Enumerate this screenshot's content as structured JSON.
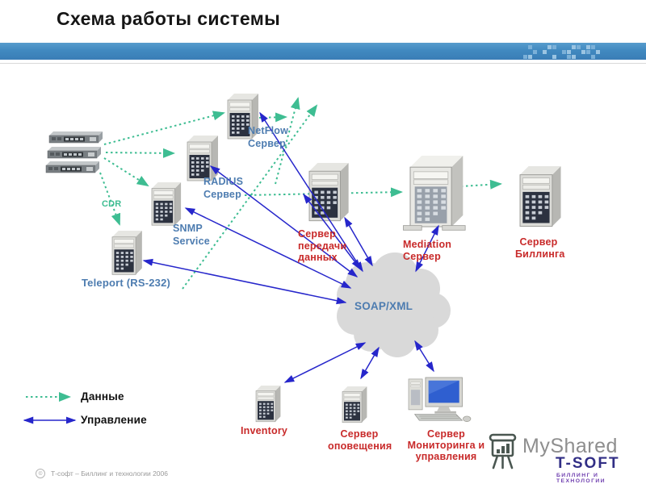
{
  "slide": {
    "title": "Схема работы системы",
    "footer_mark": "©",
    "footer_text": "Т-софт – Биллинг и технологии 2006"
  },
  "legend": {
    "data": "Данные",
    "control": "Управление"
  },
  "cloud": {
    "label": "SOAP/XML"
  },
  "edge_labels": {
    "cdr": "CDR"
  },
  "nodes": {
    "netflow": {
      "label": "NetFlow\nСервер"
    },
    "radius": {
      "label": "RADIUS\nСервер"
    },
    "snmp": {
      "label": "SNMP\nService"
    },
    "teleport": {
      "label": "Teleport (RS-232)"
    },
    "transfer": {
      "label": "Сервер\nпередачи\nданных"
    },
    "mediation": {
      "label": "Mediation\nСервер"
    },
    "billing": {
      "label": "Сервер\nБиллинга"
    },
    "inventory": {
      "label": "Inventory"
    },
    "notification": {
      "label": "Сервер\nоповещения"
    },
    "monitoring": {
      "label": "Сервер\nМониторинга и\nуправления"
    }
  },
  "watermark": {
    "myshared": "MyShared",
    "tsoft": "T-SOFT",
    "tsoft_tagline": "БИЛЛИНГ И ТЕХНОЛОГИИ"
  },
  "colors": {
    "bar_blue": "#4189c0",
    "label_blue": "#4d7cb0",
    "label_red": "#c82a2a",
    "arrow_green": "#3ebd92",
    "arrow_blue": "#2626cb",
    "cloud_gray": "#d9d9d9"
  }
}
